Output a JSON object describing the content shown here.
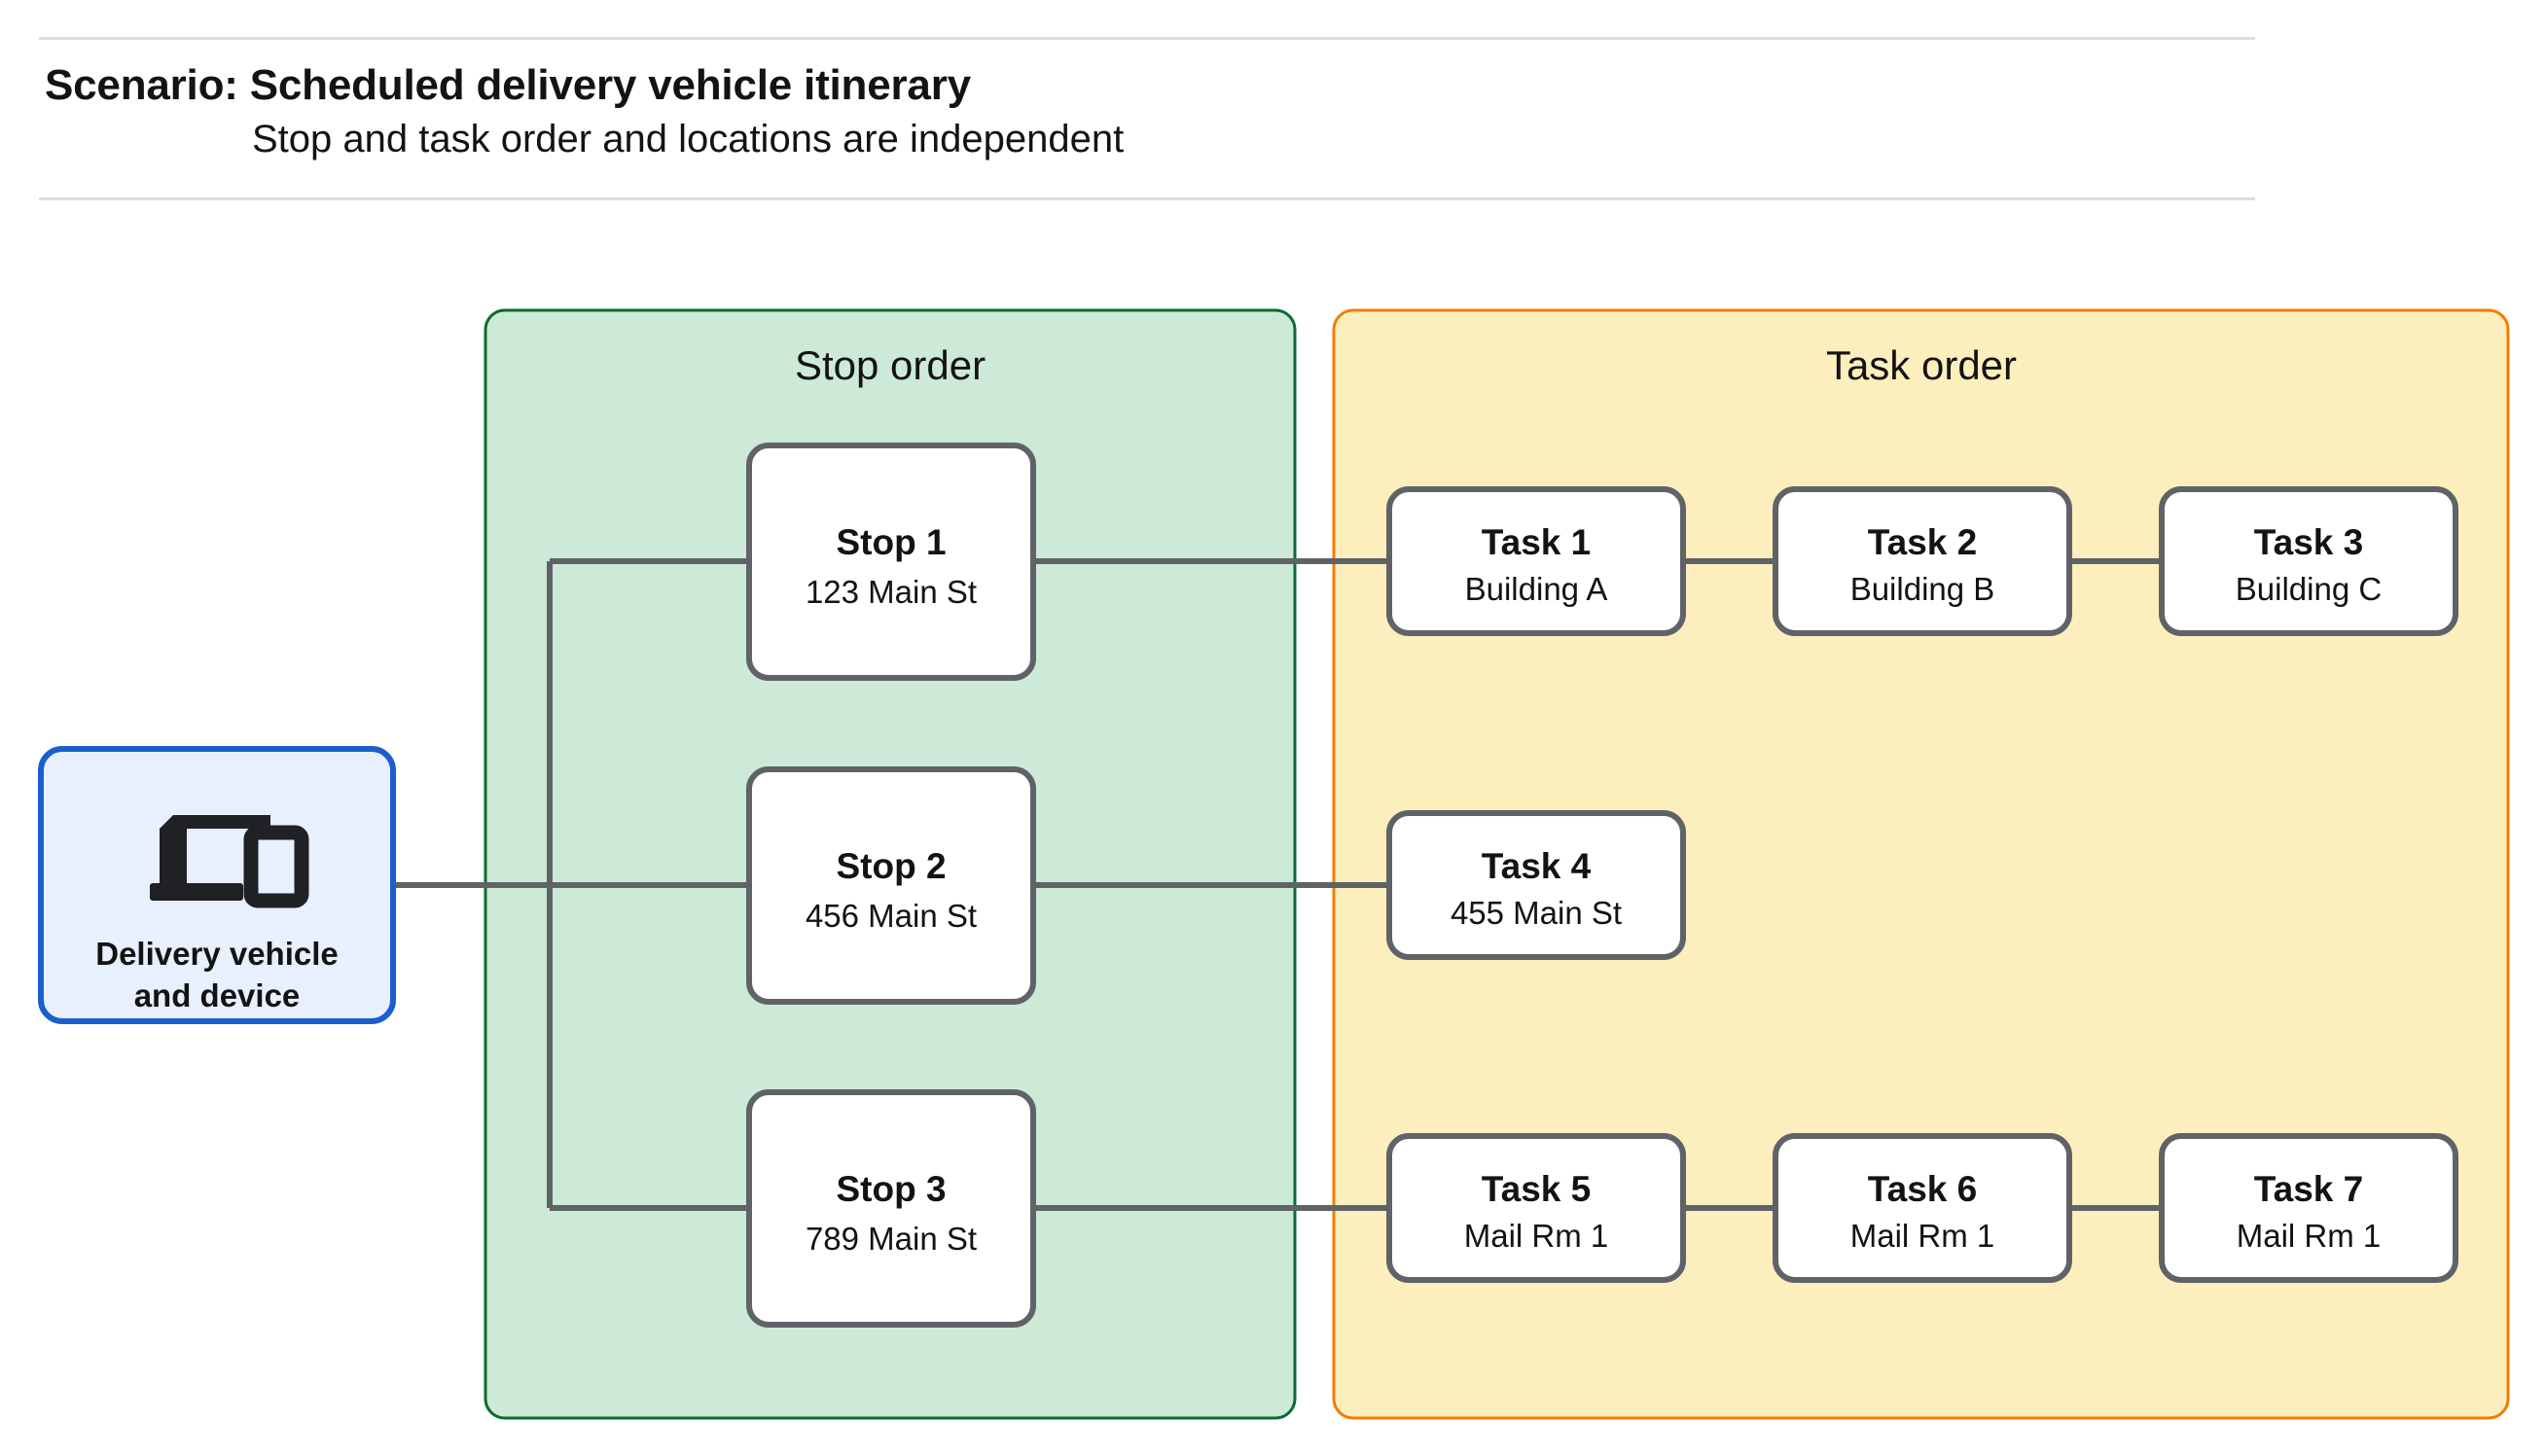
{
  "header": {
    "title": "Scenario: Scheduled delivery vehicle itinerary",
    "subtitle": "Stop and task order and locations are independent"
  },
  "source_node": {
    "icon": "devices-icon",
    "label_line1": "Delivery vehicle",
    "label_line2": "and device"
  },
  "panels": [
    {
      "id": "stop-order",
      "title": "Stop order",
      "fill": "#cde9d7",
      "stroke": "#0b6b36"
    },
    {
      "id": "task-order",
      "title": "Task order",
      "fill": "#fdeebd",
      "stroke": "#f57c00"
    }
  ],
  "stops": [
    {
      "title": "Stop 1",
      "address": "123 Main St"
    },
    {
      "title": "Stop 2",
      "address": "456 Main St"
    },
    {
      "title": "Stop 3",
      "address": "789 Main St"
    }
  ],
  "task_rows": [
    {
      "stop_ref": "Stop 1",
      "tasks": [
        {
          "title": "Task 1",
          "location": "Building A"
        },
        {
          "title": "Task 2",
          "location": "Building B"
        },
        {
          "title": "Task 3",
          "location": "Building C"
        }
      ]
    },
    {
      "stop_ref": "Stop 2",
      "tasks": [
        {
          "title": "Task 4",
          "location": "455 Main St"
        }
      ]
    },
    {
      "stop_ref": "Stop 3",
      "tasks": [
        {
          "title": "Task 5",
          "location": "Mail Rm 1"
        },
        {
          "title": "Task 6",
          "location": "Mail Rm 1"
        },
        {
          "title": "Task 7",
          "location": "Mail Rm 1"
        }
      ]
    }
  ],
  "colors": {
    "connector": "#5f6368",
    "node_stroke": "#5f6368",
    "node_fill": "#ffffff",
    "vehicle_fill": "#e8f0fe",
    "vehicle_stroke": "#1a5fcb",
    "rule": "#dadce0",
    "text": "#131314"
  }
}
